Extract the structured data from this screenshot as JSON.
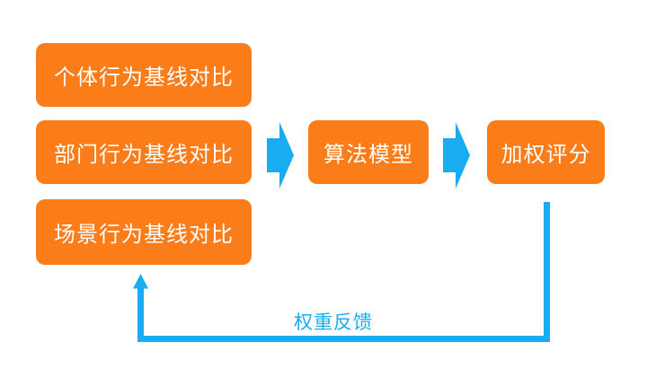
{
  "diagram": {
    "type": "flowchart",
    "background": "#ffffff",
    "colors": {
      "box_fill": "#FB7D1A",
      "box_text": "#FFFFFF",
      "arrow": "#1AACF0",
      "feedback_text": "#1AACF0"
    },
    "boxes": [
      {
        "id": "individual-baseline",
        "label": "个体行为基线对比"
      },
      {
        "id": "department-baseline",
        "label": "部门行为基线对比"
      },
      {
        "id": "scenario-baseline",
        "label": "场景行为基线对比"
      },
      {
        "id": "algorithm-model",
        "label": "算法模型"
      },
      {
        "id": "weighted-score",
        "label": "加权评分"
      }
    ],
    "arrows": [
      {
        "from": "baseline-group",
        "to": "algorithm-model",
        "style": "chevron"
      },
      {
        "from": "algorithm-model",
        "to": "weighted-score",
        "style": "chevron"
      },
      {
        "from": "weighted-score",
        "to": "scenario-baseline",
        "style": "feedback-loop"
      }
    ],
    "feedback": {
      "label": "权重反馈"
    }
  }
}
